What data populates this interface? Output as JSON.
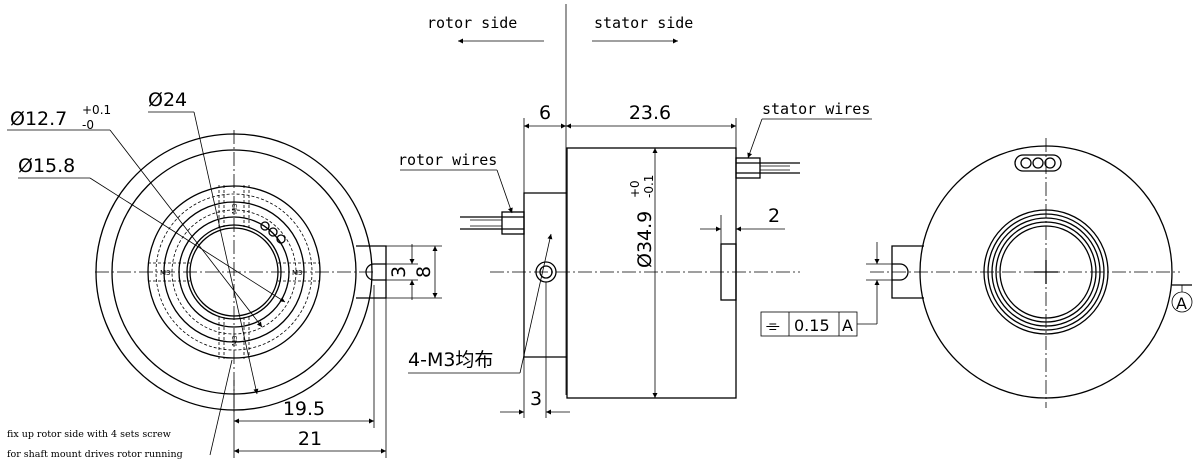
{
  "labels": {
    "rotor_side": "rotor side",
    "stator_side": "stator side",
    "rotor_wires": "rotor wires",
    "stator_wires": "stator wires",
    "screws": "4-M3均布",
    "note_line1": "fix up rotor side with 4 sets screw",
    "note_line2": "for shaft mount drives rotor running",
    "datum": "A",
    "m3_mark": "M3"
  },
  "dimensions": {
    "bore_dia": "Ø12.7",
    "bore_tol_upper": "+0.1",
    "bore_tol_lower": "-0",
    "outer_dia_24": "Ø24",
    "dia_15_8": "Ø15.8",
    "flange_thickness": "6",
    "body_length": "23.6",
    "body_dia": "Ø34.9",
    "body_tol_upper": "+0",
    "body_tol_lower": "-0.1",
    "tab_offset": "2",
    "slot_width": "3",
    "tab_width": "8",
    "screw_offset": "3",
    "radius_19_5": "19.5",
    "radius_21": "21"
  },
  "tolerance_frame": {
    "symbol": "⌯",
    "value": "0.15",
    "datum": "A"
  }
}
